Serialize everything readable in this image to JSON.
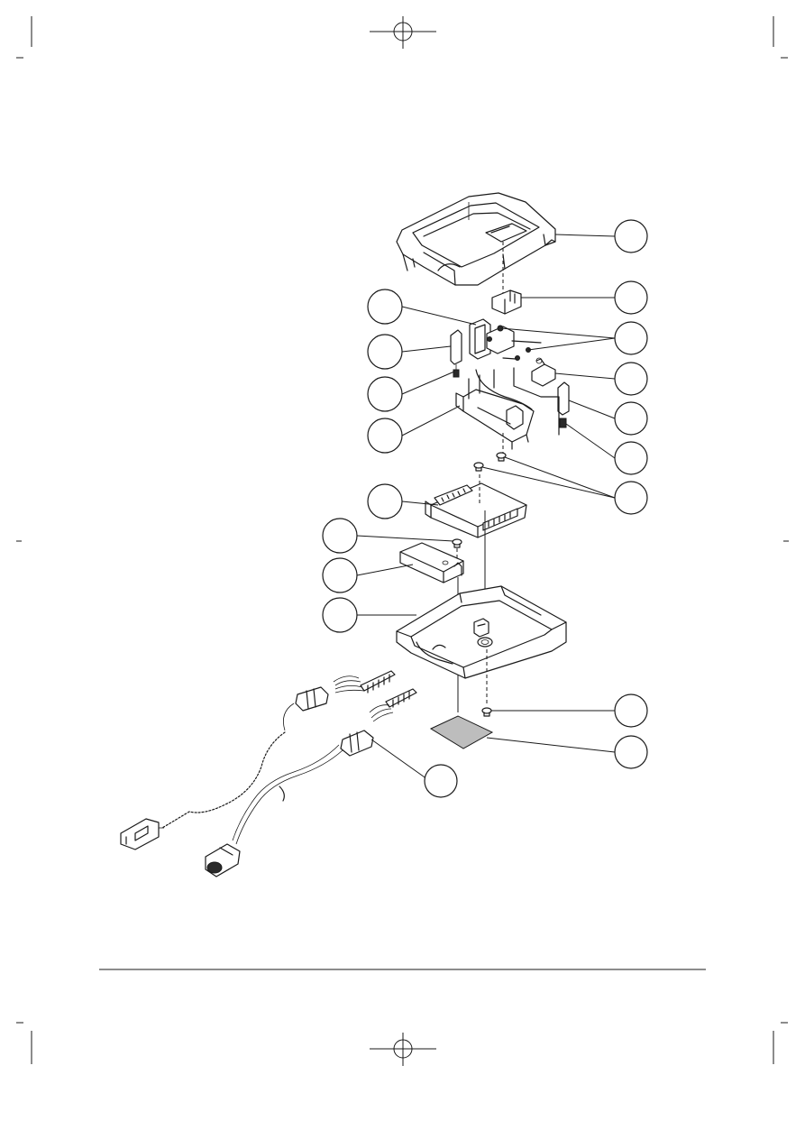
{
  "diagram": {
    "callouts": [
      {
        "id": "c1",
        "label": ""
      },
      {
        "id": "c2",
        "label": ""
      },
      {
        "id": "c3",
        "label": ""
      },
      {
        "id": "c4",
        "label": ""
      },
      {
        "id": "c5",
        "label": ""
      },
      {
        "id": "c6",
        "label": ""
      },
      {
        "id": "c7",
        "label": ""
      },
      {
        "id": "c8",
        "label": ""
      },
      {
        "id": "c9",
        "label": ""
      },
      {
        "id": "c10",
        "label": ""
      },
      {
        "id": "c11",
        "label": ""
      },
      {
        "id": "c12",
        "label": ""
      },
      {
        "id": "c13",
        "label": ""
      },
      {
        "id": "c14",
        "label": ""
      },
      {
        "id": "c15",
        "label": ""
      },
      {
        "id": "c16",
        "label": ""
      },
      {
        "id": "c17",
        "label": ""
      },
      {
        "id": "c18",
        "label": ""
      },
      {
        "id": "c19",
        "label": ""
      }
    ]
  },
  "colors": {
    "ink": "#1a1a1a",
    "paper": "#ffffff",
    "pad": "#bdbdbd"
  }
}
